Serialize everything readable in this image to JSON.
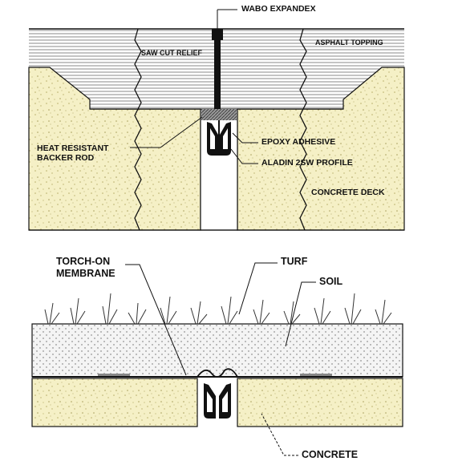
{
  "labels": {
    "wabo_expandex": "WABO EXPANDEX",
    "saw_cut_relief": "SAW CUT RELIEF",
    "asphalt_topping": "ASPHALT TOPPING",
    "epoxy_adhesive": "EPOXY ADHESIVE",
    "heat_resistant_line1": "HEAT RESISTANT",
    "heat_resistant_line2": "BACKER ROD",
    "aladin_profile": "ALADIN 2SW PROFILE",
    "concrete_deck": "CONCRETE DECK",
    "torch_on_line1": "TORCH-ON",
    "torch_on_line2": "MEMBRANE",
    "turf": "TURF",
    "soil": "SOIL",
    "concrete": "CONCRETE"
  },
  "colors": {
    "concrete": "#f5f0c6",
    "concrete_speckle": "#b8ae6a",
    "asphalt_lines": "#555555",
    "soil": "#f2f2f2",
    "ink": "#111111"
  }
}
